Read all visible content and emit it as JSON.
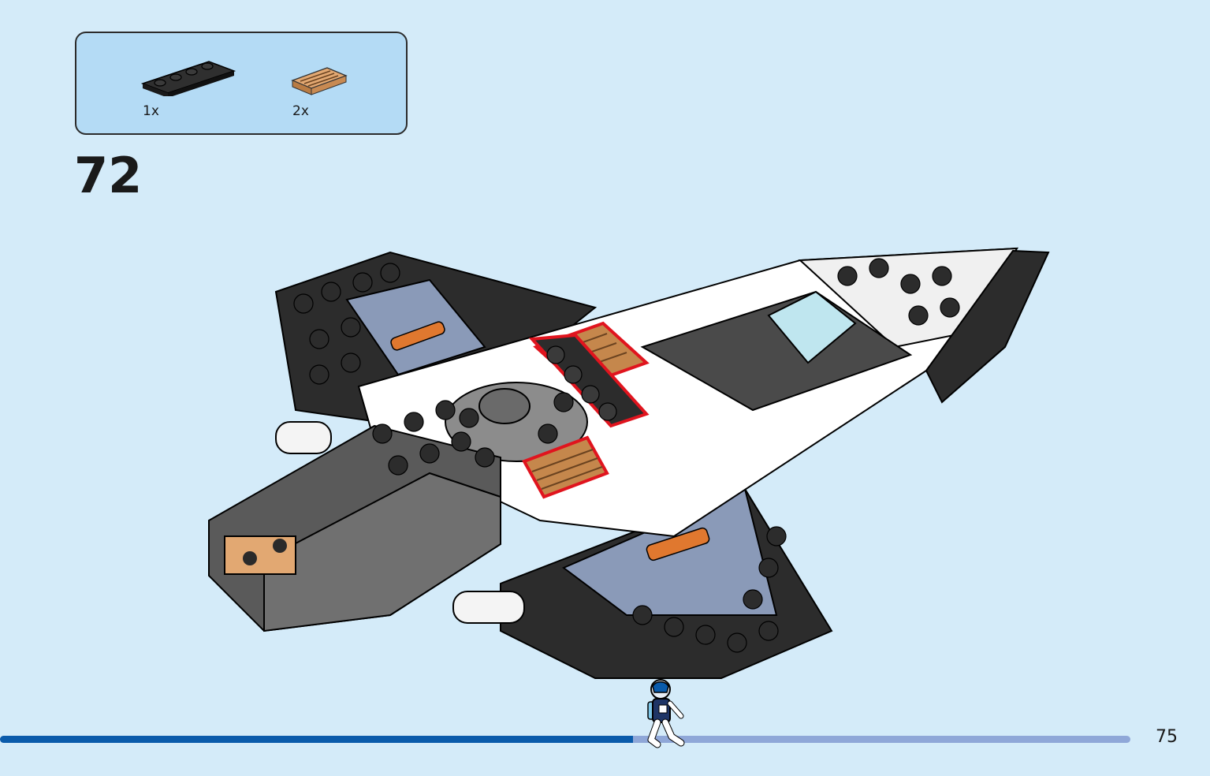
{
  "parts_list": {
    "items": [
      {
        "name": "black-plate-1x4",
        "qty": "1x",
        "color": "#2a2a2a"
      },
      {
        "name": "tan-tile-grille-1x2",
        "qty": "2x",
        "color": "#e2a872"
      }
    ]
  },
  "step": {
    "number": "72"
  },
  "page": {
    "number": "75"
  },
  "progress": {
    "fraction": 0.56
  },
  "colors": {
    "background": "#d4ebf9",
    "parts_box": "#b4dbf5",
    "progress_done": "#0a5bab",
    "progress_remaining": "#8fa7d8",
    "highlight": "#e0141e"
  }
}
